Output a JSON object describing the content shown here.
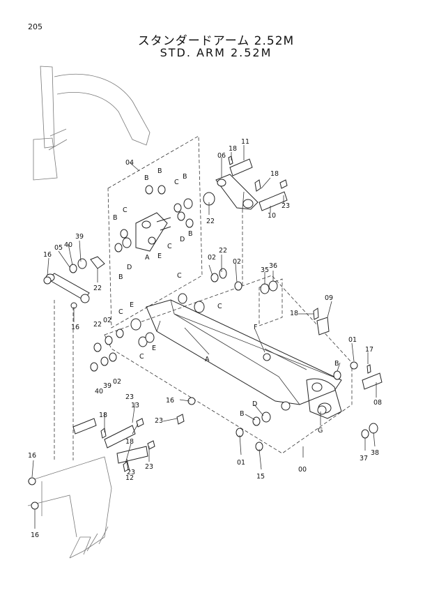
{
  "page_number": "205",
  "title_jp": "スタンダードアーム 2.52M",
  "title_en": "STD. ARM 2.52M",
  "callouts": {
    "c04": "04",
    "c11": "11",
    "c18a": "18",
    "c06": "06",
    "c18b": "18",
    "c23a": "23",
    "c10": "10",
    "B1": "B",
    "B2": "B",
    "B3": "B",
    "C1": "C",
    "C2": "C",
    "B4": "B",
    "B5": "B",
    "E1": "E",
    "D1": "D",
    "A1": "A",
    "D2": "D",
    "B6": "B",
    "C3": "C",
    "c22a": "22",
    "c16a": "16",
    "c05": "05",
    "c40a": "40",
    "c39a": "39",
    "c22b": "22",
    "c16b": "16",
    "c02a": "02",
    "c22c": "22",
    "c02b": "02",
    "c35": "35",
    "c36": "36",
    "C4": "C",
    "C5": "C",
    "C6": "C",
    "E2": "E",
    "E3": "E",
    "C7": "C",
    "c22d": "22",
    "c02c": "02",
    "c18c": "18",
    "c09": "09",
    "F1": "F",
    "c40b": "40",
    "c39b": "39",
    "c02d": "02",
    "A2": "A",
    "c01a": "01",
    "c17": "17",
    "B7": "B",
    "c08": "08",
    "c16c": "16",
    "c23b": "23",
    "c13": "13",
    "c23c": "23",
    "c18d": "18",
    "D3": "D",
    "B8": "B",
    "G1": "G",
    "c23d": "23",
    "c18e": "18",
    "c12": "12",
    "c23e": "23",
    "c01b": "01",
    "c15": "15",
    "c37": "37",
    "c38": "38",
    "c00": "00",
    "c16d": "16",
    "c16e": "16"
  }
}
